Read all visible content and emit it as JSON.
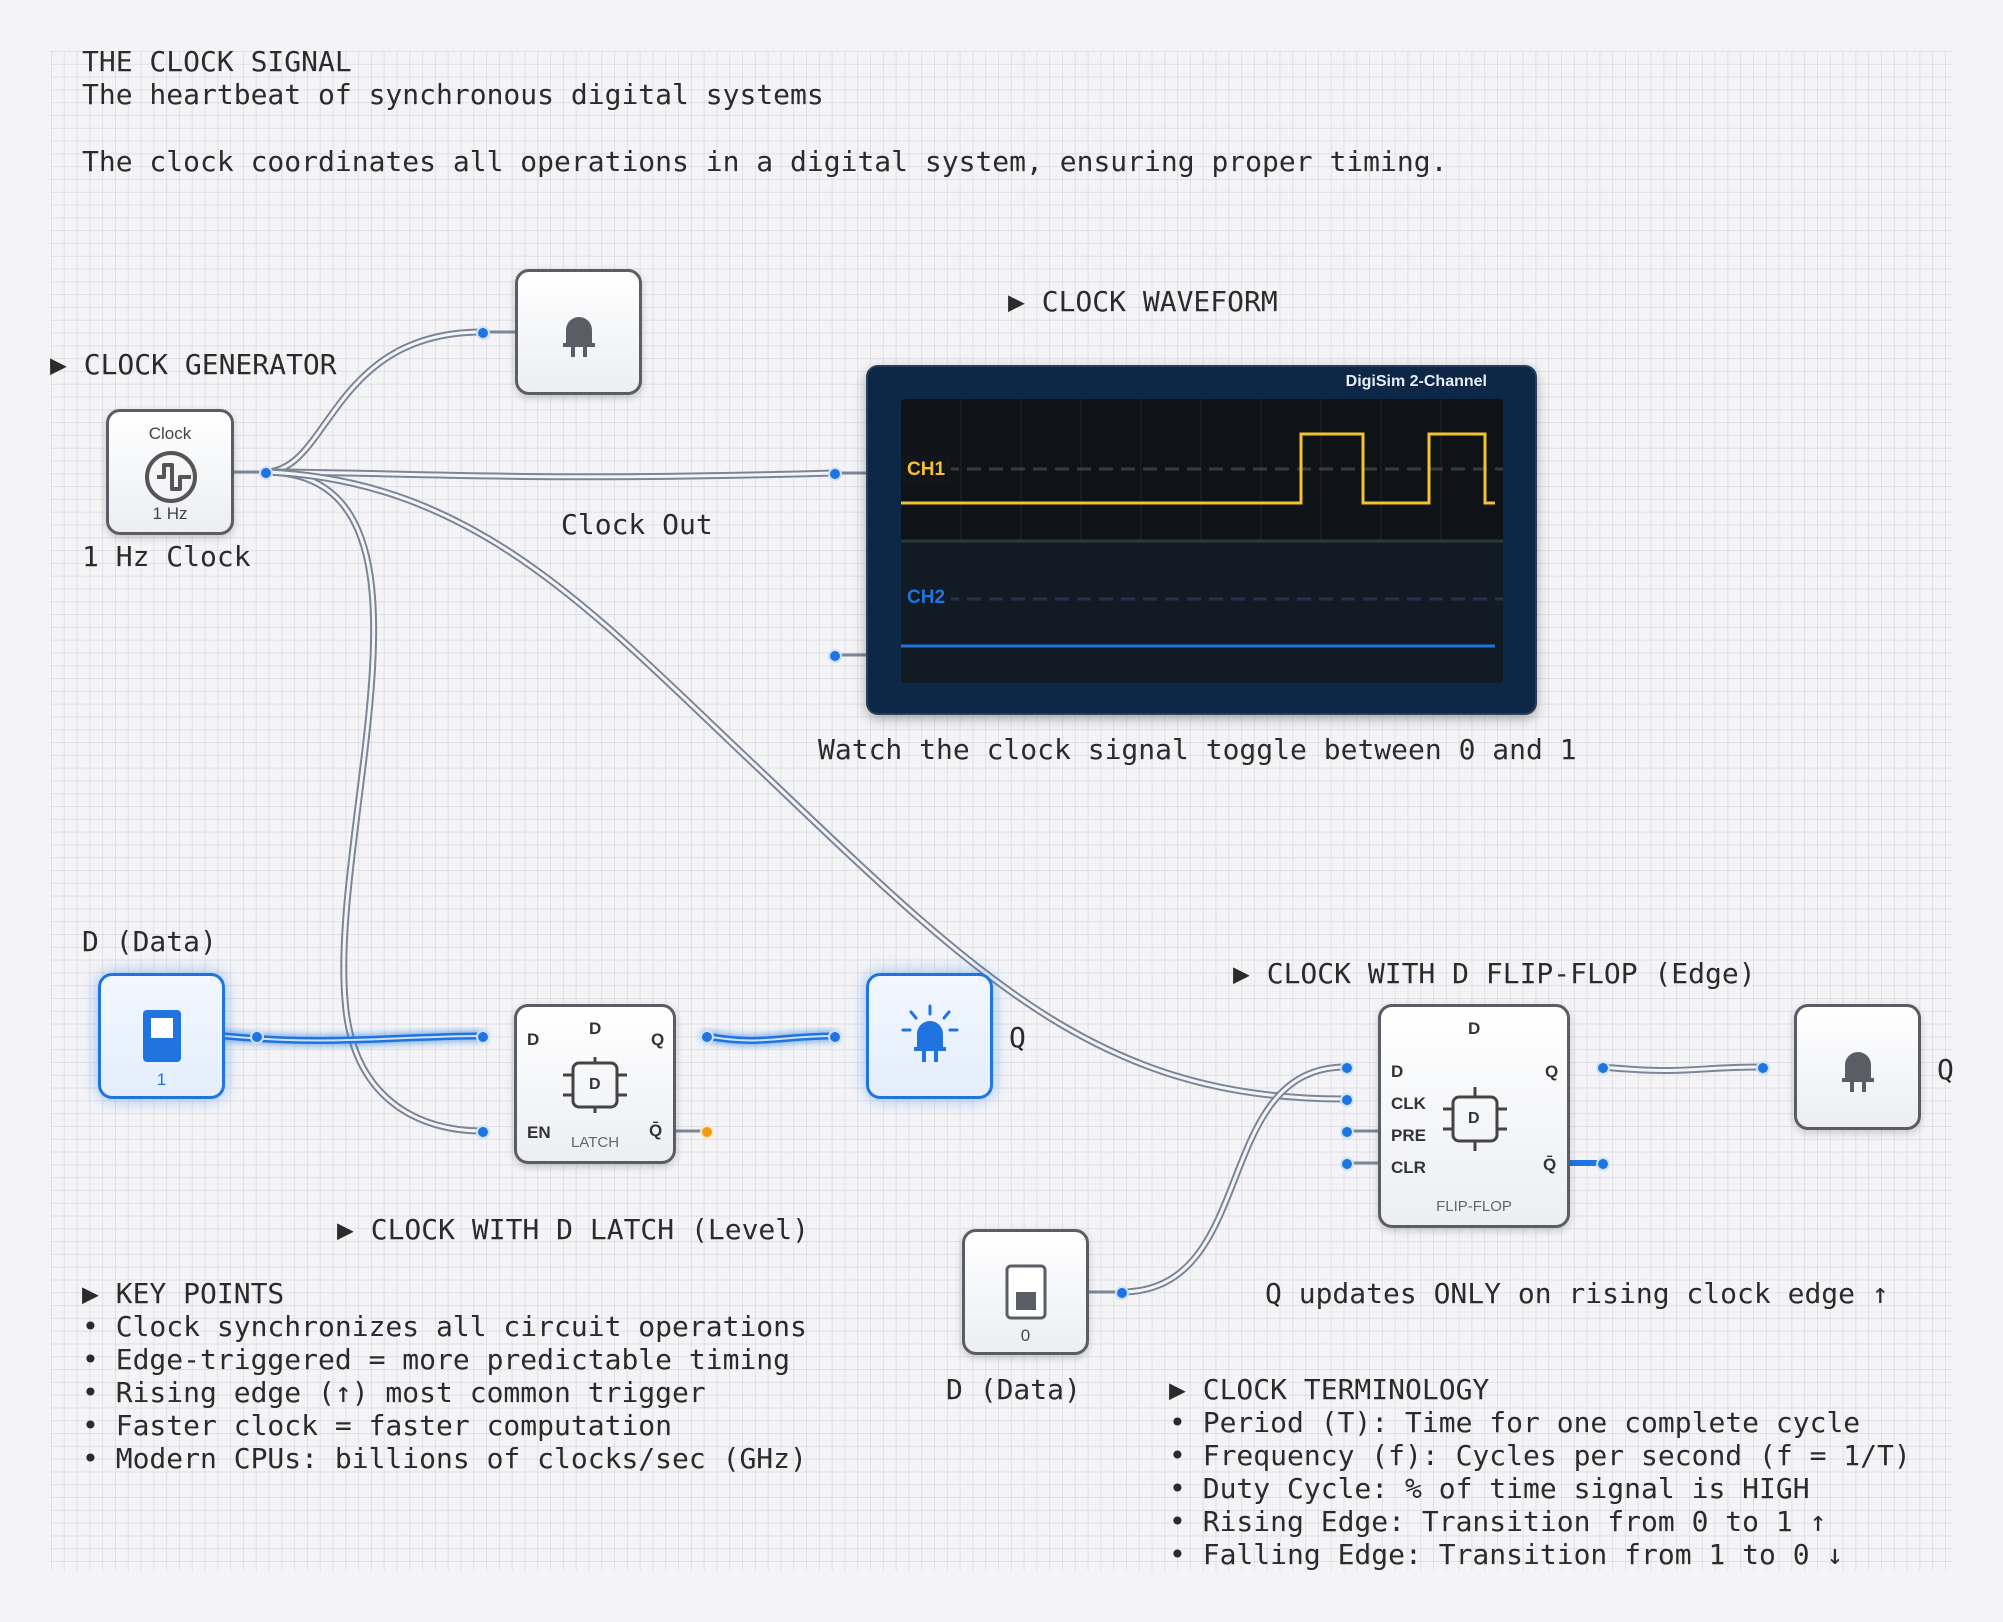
{
  "header": {
    "title": "THE CLOCK SIGNAL",
    "subtitle": "The heartbeat of synchronous digital systems",
    "description": "The clock coordinates all operations in a digital system, ensuring proper timing."
  },
  "sections": {
    "clock_generator": "▶ CLOCK GENERATOR",
    "clock_waveform": "▶ CLOCK WAVEFORM",
    "d_flipflop": "▶ CLOCK WITH D FLIP-FLOP (Edge)",
    "d_latch": "▶ CLOCK WITH D LATCH (Level)"
  },
  "clock": {
    "title": "Clock",
    "freq": "1 Hz",
    "caption": "1 Hz Clock",
    "wire_label": "Clock Out"
  },
  "scope": {
    "brand": "DigiSim 2-Channel",
    "ch1": "CH1",
    "ch2": "CH2",
    "ch1_color": "#f2c230",
    "ch2_color": "#1f74e0",
    "caption": "Watch the clock signal toggle between 0 and 1"
  },
  "latch_circuit": {
    "input_label": "D (Data)",
    "switch_value": "1",
    "latch_top": "D",
    "latch_name": "LATCH",
    "chip_letter": "D",
    "pin_d": "D",
    "pin_q": "Q",
    "pin_en": "EN",
    "pin_qbar": "Q̄",
    "output_label": "Q"
  },
  "flipflop_circuit": {
    "ff_top": "D",
    "ff_name": "FLIP-FLOP",
    "chip_letter": "D",
    "pin_d": "D",
    "pin_clk": "CLK",
    "pin_pre": "PRE",
    "pin_clr": "CLR",
    "pin_q": "Q",
    "pin_qbar": "Q̄",
    "output_label": "Q",
    "switch_value": "0",
    "input_label": "D (Data)",
    "note": "Q updates ONLY on rising clock edge ↑"
  },
  "key_points": {
    "title": "▶ KEY POINTS",
    "items": [
      "• Clock synchronizes all circuit operations",
      "• Edge-triggered = more predictable timing",
      "• Rising edge (↑) most common trigger",
      "• Faster clock = faster computation",
      "• Modern CPUs: billions of clocks/sec (GHz)"
    ]
  },
  "terminology": {
    "title": "▶ CLOCK TERMINOLOGY",
    "items": [
      "• Period (T): Time for one complete cycle",
      "• Frequency (f): Cycles per second (f = 1/T)",
      "• Duty Cycle: % of time signal is HIGH",
      "• Rising Edge: Transition from 0 to 1 ↑",
      "• Falling Edge: Transition from 1 to 0 ↓"
    ]
  },
  "colors": {
    "wire": "#7d8696",
    "active_wire": "#1f74e0",
    "accent": "#1f74e0",
    "scope_bg": "#0d2746",
    "pin_dot": "#1f74e0",
    "unconnected": "#f29a1d"
  },
  "icons": {
    "clock_icon": "square-wave-icon",
    "led_off": "light-bulb-off-icon",
    "led_on": "light-bulb-on-icon",
    "switch": "toggle-switch-icon",
    "chip": "chip-icon"
  }
}
